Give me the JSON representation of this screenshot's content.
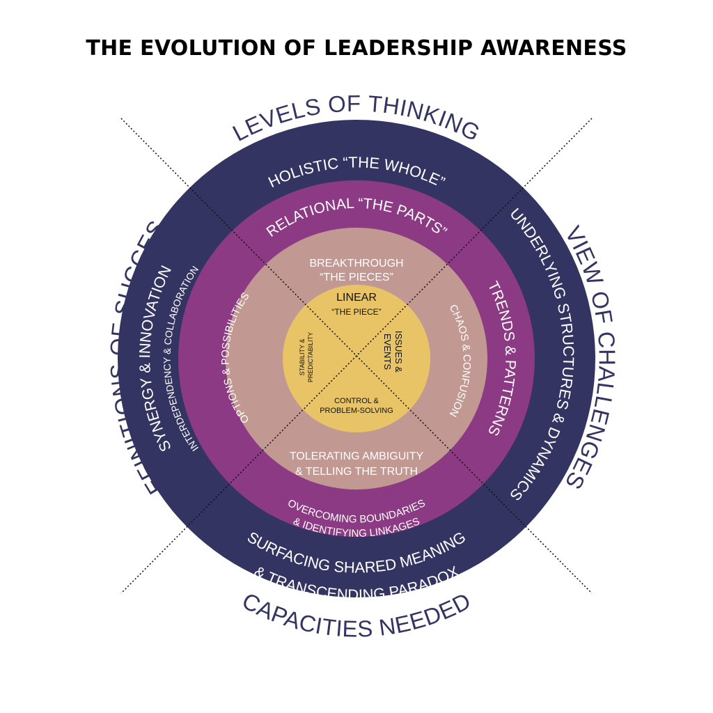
{
  "title": "THE EVOLUTION OF LEADERSHIP AWARENESS",
  "colors": {
    "outer_ring": "#343462",
    "second_ring": "#8b3a83",
    "third_ring": "#c29893",
    "core": "#e8c466",
    "outer_label": "#343462",
    "light_text": "#ffffff",
    "core_text": "#111111"
  },
  "outer_labels": {
    "top": "LEVELS OF THINKING",
    "right": "VIEW OF CHALLENGES",
    "bottom": "CAPACITIES NEEDED",
    "left": "DEFINITIONS OF SUCCESS"
  },
  "rings": {
    "holistic": {
      "top": "HOLISTIC “THE WHOLE”",
      "right": "UNDERLYING STRUCTURES & DYNAMICS",
      "bottom_line1": "SURFACING SHARED MEANING",
      "bottom_line2": "& TRANSCENDING PARADOX",
      "left": "SYNERGY & INNOVATION"
    },
    "relational": {
      "top": "RELATIONAL “THE PARTS”",
      "right": "TRENDS & PATTERNS",
      "bottom_line1": "OVERCOMING BOUNDARIES",
      "bottom_line2": "& IDENTIFYING LINKAGES",
      "left": "INTERDEPENDENCY & COLLABORATION"
    },
    "breakthrough": {
      "top_line1": "BREAKTHROUGH",
      "top_line2": "“THE PIECES”",
      "right": "CHAOS & CONFUSION",
      "bottom_line1": "TOLERATING AMBIGUITY",
      "bottom_line2": "& TELLING THE TRUTH",
      "left": "OPTIONS & POSSIBILITIES"
    },
    "linear": {
      "top_line1": "LINEAR",
      "top_line2": "“THE PIECE”",
      "right_line1": "ISSUES &",
      "right_line2": "EVENTS",
      "bottom_line1": "CONTROL &",
      "bottom_line2": "PROBLEM-SOLVING",
      "left_line1": "STABILITY &",
      "left_line2": "PREDICTABILITY"
    }
  }
}
